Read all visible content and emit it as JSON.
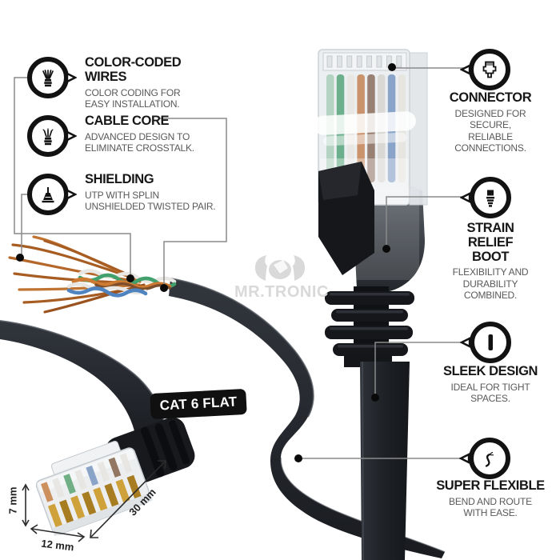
{
  "brand": {
    "watermark": "MR.TRONIC"
  },
  "cable_label": {
    "text": "CAT 6 FLAT"
  },
  "left_callouts": [
    {
      "title": "COLOR-CODED WIRES",
      "desc": "COLOR CODING FOR EASY INSTALLATION.",
      "icon": "stripped-color-wires-icon"
    },
    {
      "title": "CABLE CORE",
      "desc": "ADVANCED DESIGN TO ELIMINATE CROSSTALK.",
      "icon": "cable-core-icon"
    },
    {
      "title": "SHIELDING",
      "desc": "UTP WITH SPLIN UNSHIELDED TWISTED PAIR.",
      "icon": "shielding-icon"
    }
  ],
  "right_callouts": [
    {
      "title": "CONNECTOR",
      "desc": "DESIGNED FOR SECURE, RELIABLE CONNECTIONS.",
      "icon": "rj45-connector-icon"
    },
    {
      "title": "STRAIN RELIEF BOOT",
      "desc": "FLEXIBILITY AND DURABILITY COMBINED.",
      "icon": "strain-relief-boot-icon"
    },
    {
      "title": "SLEEK DESIGN",
      "desc": "IDEAL FOR TIGHT SPACES.",
      "icon": "flat-cable-profile-icon"
    },
    {
      "title": "SUPER FLEXIBLE",
      "desc": "BEND AND ROUTE WITH EASE.",
      "icon": "flexible-squiggle-icon"
    }
  ],
  "dimensions": {
    "height": "7 mm",
    "width": "12 mm",
    "length": "30 mm"
  },
  "colors": {
    "background": "#ffffff",
    "callout_ring": "#121212",
    "title_text": "#171717",
    "desc_text": "#595959",
    "leader_line": "#8a8a8a",
    "label_bg": "#101010",
    "label_text": "#ffffff",
    "watermark": "#d9d9d9",
    "cable_jacket": "#20232a",
    "copper_wire": "#a75c22",
    "pair_green": "#41a06b",
    "pair_orange": "#cd7a33",
    "pair_blue": "#4f84c0",
    "gold_pins": "#cfa13a"
  }
}
